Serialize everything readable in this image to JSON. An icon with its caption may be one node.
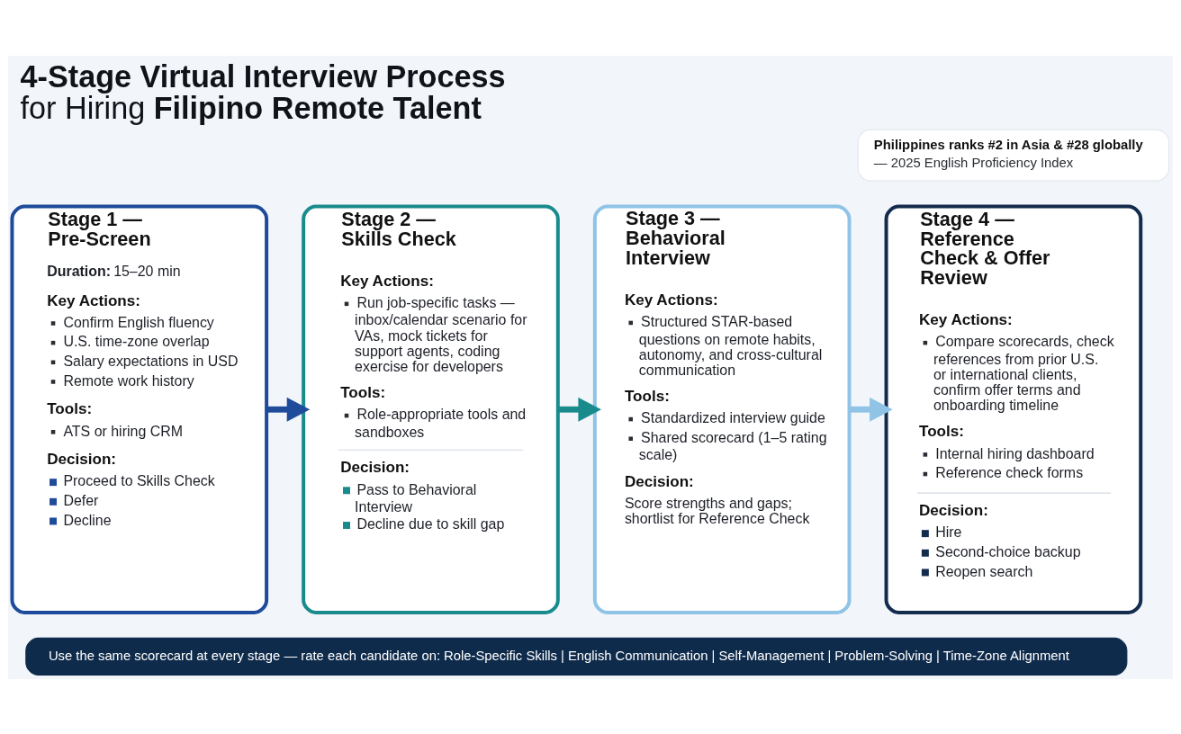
{
  "diagram": {
    "title": "**4-Stage Virtual Interview Process** for Hiring **Filipino Remote Talent**",
    "nodes": [
      {
        "text": [
          "Philippines ranks #2 in Asia & #28 globally",
          "— 2025 English Proficiency Index"
        ]
      },
      {
        "text": [
          "Stage 1 — Pre-Screen",
          "**Duration:** 15–20 min",
          "Key Actions:",
          "Confirm English fluency",
          "U.S. time-zone overlap",
          "Salary expectations in USD",
          "Remote work history",
          "Tools:",
          "ATS or hiring CRM",
          "Decision:",
          "Proceed to Skills Check",
          "Defer",
          "Decline"
        ]
      },
      {
        "text": [
          "Stage 2 — Skills Check",
          "Key Actions:",
          "Run job-specific tasks — inbox/calendar scenario for VAs, mock tickets for support agents, coding exercise for developers",
          "Tools:",
          "Role-appropriate tools and sandboxes",
          "Decision:",
          "Pass to Behavioral Interview",
          "Decline due to skill gap"
        ]
      },
      {
        "text": [
          "Stage 3 — Behavioral Interview",
          "Key Actions:",
          "Structured STAR-based questions on remote habits, autonomy, and cross-cultural communication",
          "Tools:",
          "Standardized interview guide",
          "Shared scorecard (1–5 rating scale)",
          "Decision:",
          "Score strengths and gaps; shortlist for Reference Check"
        ]
      },
      {
        "text": [
          "Stage 4 — Reference Check & Offer Review",
          "Key Actions:",
          "Compare scorecards, check references from prior U.S. or international clients, confirm offer terms and onboarding timeline",
          "Tools:",
          "Internal hiring dashboard",
          "Reference check forms",
          "Decision:",
          "Hire",
          "Second-choice backup",
          "Reopen search"
        ]
      },
      {
        "text": [
          "Use the same scorecard at every stage — rate each candidate on: Role-Specific Skills | English Communication | Self-Management | Problem-Solving | Time-Zone Alignment"
        ]
      }
    ],
    "edges": [
      {
        "from": 1,
        "to": 2,
        "arrow": "to",
        "color": "#1f4b9b"
      },
      {
        "from": 2,
        "to": 3,
        "arrow": "to",
        "color": "#1a8b8d"
      },
      {
        "from": 3,
        "to": 4,
        "arrow": "to",
        "color": "#8fc4e6"
      }
    ]
  }
}
